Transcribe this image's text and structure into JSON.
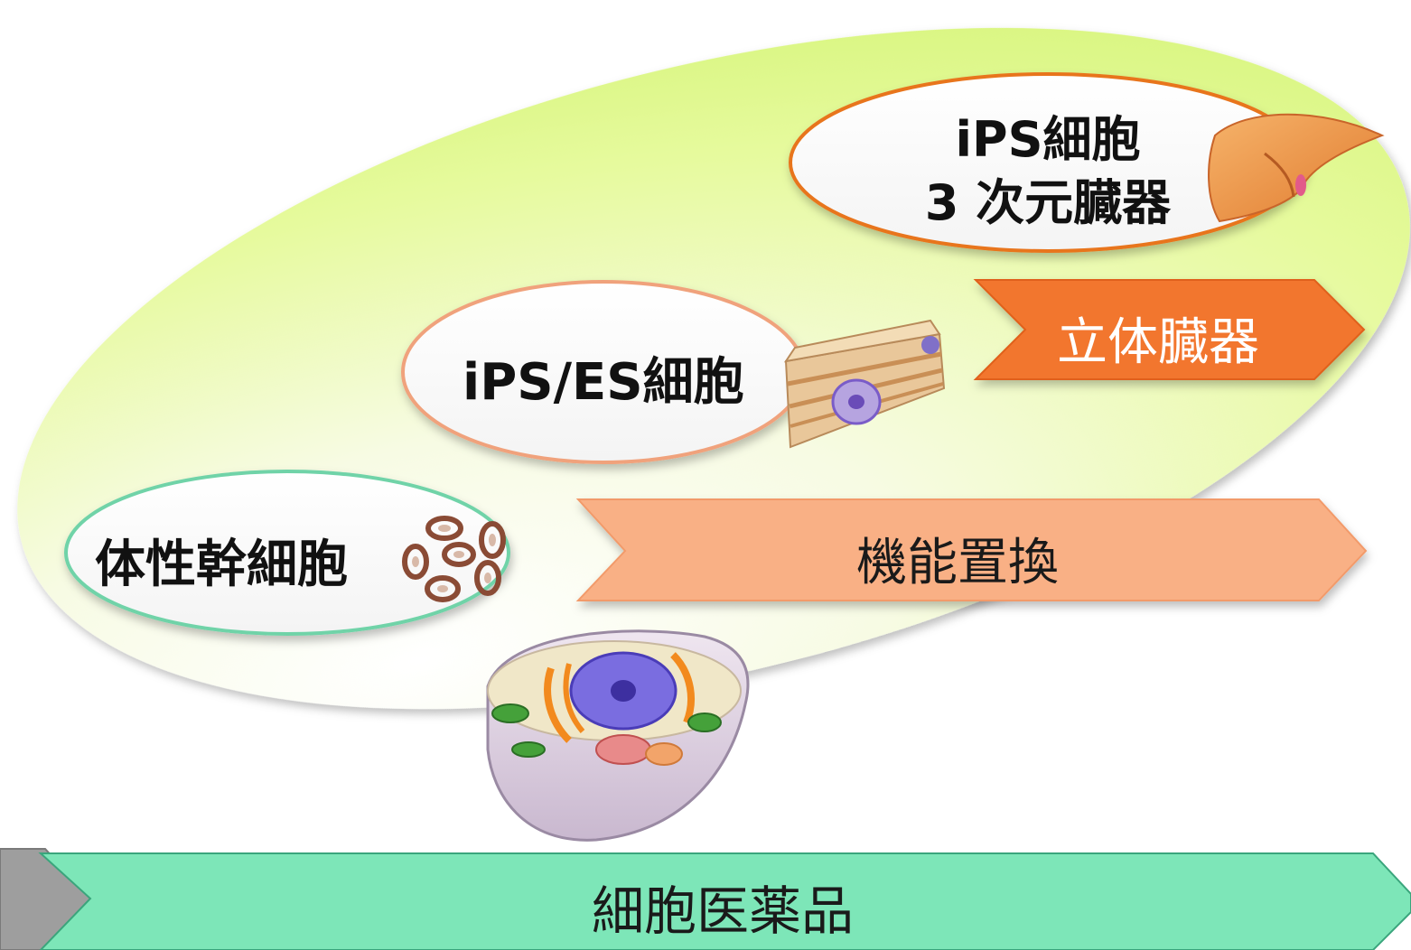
{
  "diagram": {
    "bubbles": {
      "somatic": {
        "label": "体性幹細胞",
        "border_color": "#6fd3a8"
      },
      "ips_es": {
        "label": "iPS/ES細胞",
        "border_color": "#f0a27c"
      },
      "ips_organ": {
        "line1": "iPS細胞",
        "line2": "3 次元臓器",
        "border_color": "#e8741e"
      }
    },
    "arrows": {
      "function_replacement": {
        "label": "機能置換",
        "fill": "#f9b085"
      },
      "solid_organ": {
        "label": "立体臓器",
        "fill": "#f2762f"
      },
      "cell_medicine": {
        "label": "細胞医薬品",
        "fill": "#7de6b8"
      }
    },
    "background_fill": "#d6f57a",
    "icons": [
      "cells-icon",
      "tissue-icon",
      "liver-icon",
      "animal-cell-icon"
    ]
  }
}
